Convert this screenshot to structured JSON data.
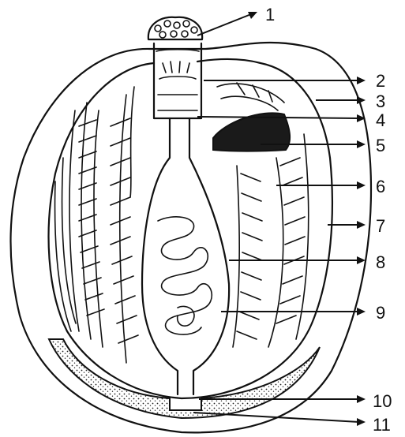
{
  "labels": [
    "1",
    "2",
    "3",
    "4",
    "5",
    "6",
    "7",
    "8",
    "9",
    "10",
    "11"
  ],
  "colors": {
    "ink": "#111111",
    "background": "#ffffff"
  }
}
